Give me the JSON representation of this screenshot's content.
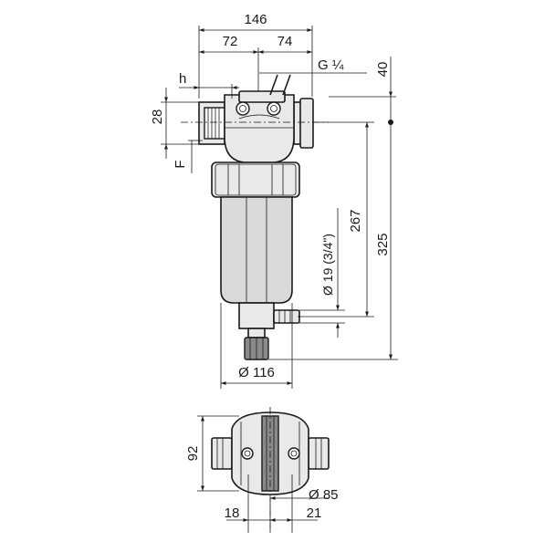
{
  "labels": {
    "width_total": "146",
    "width_left": "72",
    "width_right": "74",
    "gauge_port": "G ¼",
    "top_offset": "40",
    "h_label": "h",
    "port_height": "28",
    "f_label": "F",
    "outlet_height": "267",
    "total_height": "325",
    "drain_diameter": "Ø 19 (3/4\")",
    "bowl_diameter": "Ø 116",
    "plan_depth": "92",
    "plan_diameter": "Ø 85",
    "bottom_left": "18",
    "bottom_right": "21"
  }
}
